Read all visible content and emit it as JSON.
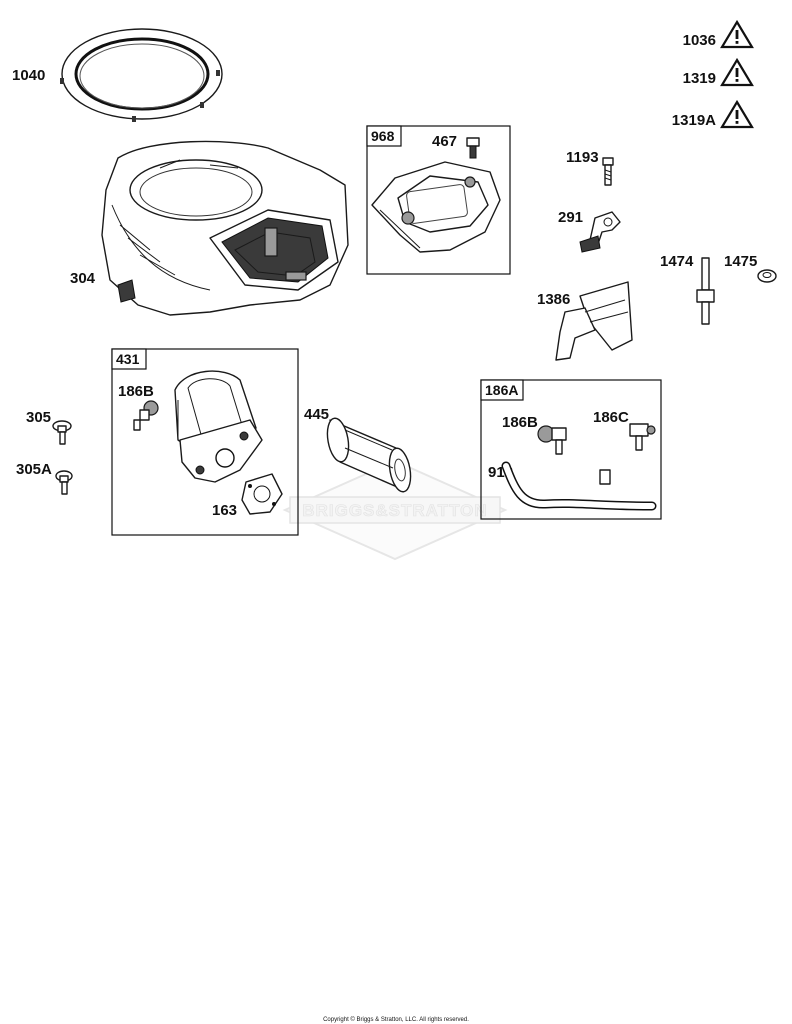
{
  "diagram": {
    "warning_labels": [
      "1036",
      "1319",
      "1319A"
    ],
    "part_labels": {
      "p1040": "1040",
      "p304": "304",
      "p467": "467",
      "p1193": "1193",
      "p291": "291",
      "p1474": "1474",
      "p1475": "1475",
      "p1386": "1386",
      "p186b_a": "186B",
      "p305": "305",
      "p305a": "305A",
      "p163": "163",
      "p445": "445",
      "p186b_b": "186B",
      "p186c": "186C",
      "p918": "918"
    },
    "groups": {
      "g968": "968",
      "g431": "431",
      "g186a": "186A"
    },
    "watermark": "BRIGGS&STRATTON",
    "copyright": "Copyright © Briggs & Stratton, LLC. All rights reserved."
  }
}
